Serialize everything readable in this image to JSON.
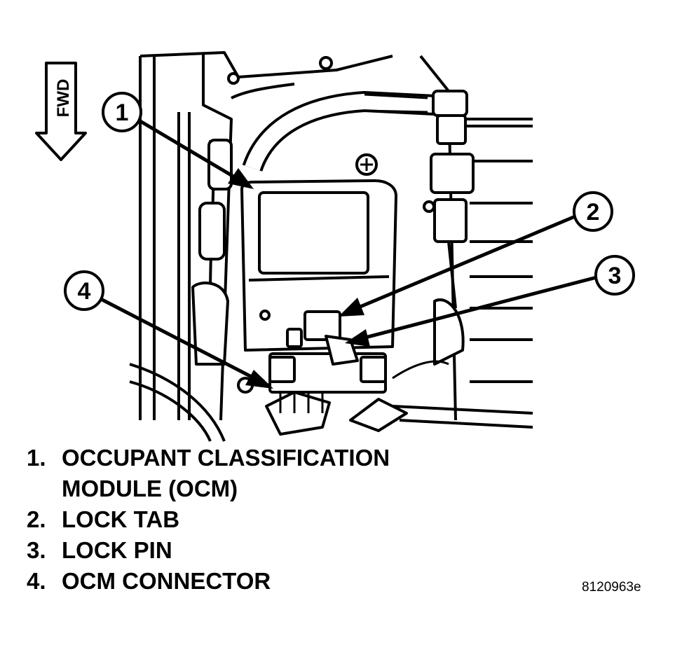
{
  "direction_label": "FWD",
  "callouts": [
    {
      "number": "1"
    },
    {
      "number": "2"
    },
    {
      "number": "3"
    },
    {
      "number": "4"
    }
  ],
  "legend": [
    {
      "number": "1.",
      "text": "OCCUPANT CLASSIFICATION\nMODULE (OCM)"
    },
    {
      "number": "2.",
      "text": "LOCK TAB"
    },
    {
      "number": "3.",
      "text": "LOCK PIN"
    },
    {
      "number": "4.",
      "text": "OCM CONNECTOR"
    }
  ],
  "figure_id": "8120963e"
}
